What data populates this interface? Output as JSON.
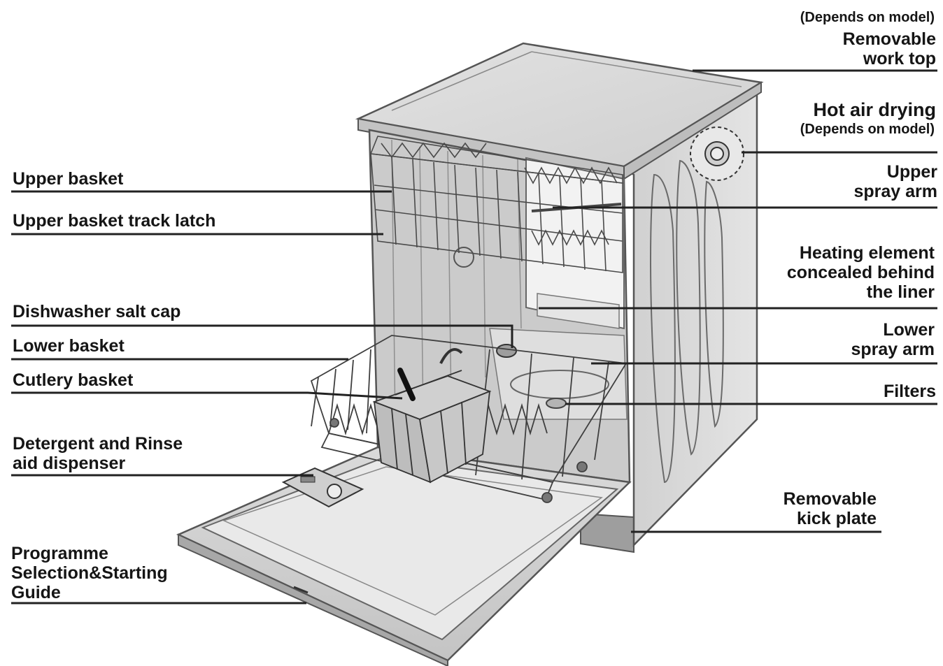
{
  "labels": {
    "removable_work_top": {
      "note": "(Depends on model)",
      "line1": "Removable",
      "line2": "work top"
    },
    "hot_air_drying": {
      "title": "Hot air drying",
      "note": "(Depends on model)"
    },
    "upper_spray_arm": {
      "line1": "Upper",
      "line2": "spray arm"
    },
    "heating_element": {
      "line1": "Heating element",
      "line2": "concealed behind",
      "line3": "the liner"
    },
    "lower_spray_arm": {
      "line1": "Lower",
      "line2": "spray arm"
    },
    "filters": {
      "line1": "Filters"
    },
    "removable_kick_plate": {
      "line1": "Removable",
      "line2": "kick plate"
    },
    "upper_basket": {
      "line1": "Upper basket"
    },
    "upper_basket_track_latch": {
      "line1": "Upper basket track latch"
    },
    "dishwasher_salt_cap": {
      "line1": "Dishwasher salt cap"
    },
    "lower_basket": {
      "line1": "Lower basket"
    },
    "cutlery_basket": {
      "line1": "Cutlery basket"
    },
    "detergent_dispenser": {
      "line1": "Detergent and Rinse",
      "line2": "aid dispenser"
    },
    "programme_selection": {
      "line1": "Programme",
      "line2": "Selection&Starting",
      "line3": "Guide"
    }
  },
  "colors": {
    "body_fill": "#d9d9d9",
    "panel_dark": "#b8b8b8",
    "outline": "#555555",
    "leader_line": "#222222",
    "text": "#151515"
  }
}
